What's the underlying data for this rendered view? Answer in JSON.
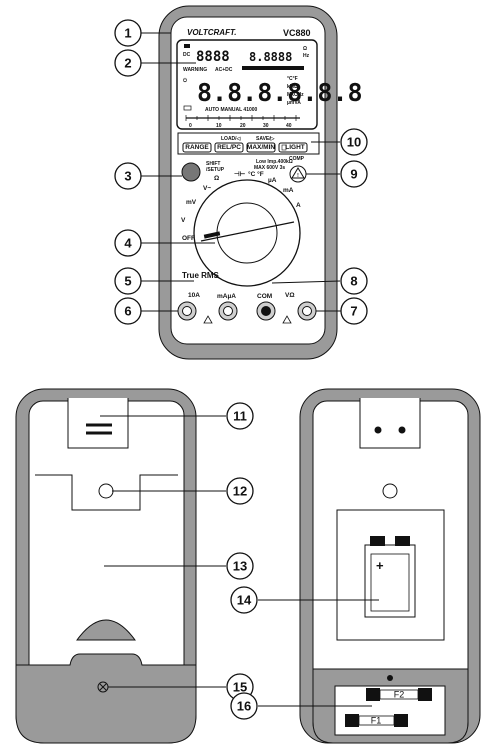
{
  "meter": {
    "brand": "VOLTCRAFT.",
    "model": "VC880",
    "display": {
      "main_digits": "8.8.8.8.8.8",
      "sub_digits": "8888",
      "aux_digits": "8.8888",
      "indicators": "AUTO MANUAL 41000",
      "acdc_row": "AC+DC"
    },
    "buttons": {
      "range": "RANGE",
      "rel_pc": "REL/PC",
      "max_min": "MAX/MIN",
      "light": "LIGHT",
      "load_label": "LOAD/◁",
      "save_label": "SAVE/▷"
    },
    "shift_label": "SHIFT\n/SETUP",
    "comp_label": "COMP",
    "low_imp_label": "Low Imp.400kΩ\nMAX 600V 3s",
    "true_rms": "True RMS",
    "dial_positions": {
      "off": "OFF",
      "v_ac": "V~",
      "mv": "mV",
      "v_acdc": "V",
      "ohm": "Ω",
      "cap": "⊣⊢",
      "temp": "°C °F",
      "ua": "µA",
      "ma": "mA",
      "a": "A"
    },
    "jacks": {
      "a10": "10A",
      "maua": "mAµA",
      "com": "COM",
      "vohm": "VΩ"
    }
  },
  "fuses": {
    "f1": "F1",
    "f2": "F2"
  },
  "battery_plus": "+",
  "callouts": [
    "1",
    "2",
    "3",
    "4",
    "5",
    "6",
    "7",
    "8",
    "9",
    "10",
    "11",
    "12",
    "13",
    "14",
    "15",
    "16"
  ],
  "colors": {
    "housing": "#9a9a9a",
    "body": "#ffffff",
    "outline": "#111111",
    "jack_ring": "#cfcfcf",
    "shift_button": "#777777"
  }
}
